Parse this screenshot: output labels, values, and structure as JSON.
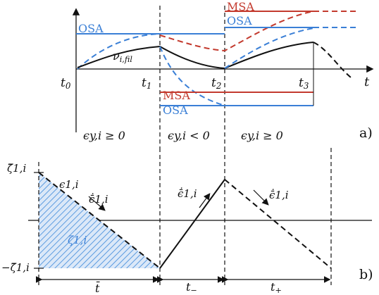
{
  "panel_a": {
    "time_labels": {
      "t0": "t",
      "t0_sub": "0",
      "t1": "t",
      "t1_sub": "1",
      "t2": "t",
      "t2_sub": "2",
      "t3": "t",
      "t3_sub": "3",
      "t": "t"
    },
    "nu_label": "ν",
    "nu_sub": "i,fil",
    "msa_label": "MSA",
    "osa_label": "OSA",
    "region1": "ϵy,i ≥ 0",
    "region2": "ϵy,i < 0",
    "region3": "ϵy,i ≥ 0",
    "panel_tag": "a)",
    "colors": {
      "msa": "#c33a2e",
      "osa": "#3a7fd6",
      "curve": "#111111"
    }
  },
  "panel_b": {
    "zeta_pos": "ζ̄1,i",
    "zeta_neg": "−ζ̄1,i",
    "eps_label": "ϵ1,i",
    "eps_dot_down": "ϵ̄̇1,i",
    "eps_dot_up": "ϵ̄̇1,i",
    "eps_dot_down2": "ϵ̄̇1,i",
    "zeta_area": "ζ1,i",
    "t_bar": "t̄",
    "t_minus": "t",
    "t_minus_sub": "−",
    "t_plus": "t",
    "t_plus_sub": "+",
    "panel_tag": "b)",
    "colors": {
      "hatch": "#3a7fd6"
    }
  }
}
